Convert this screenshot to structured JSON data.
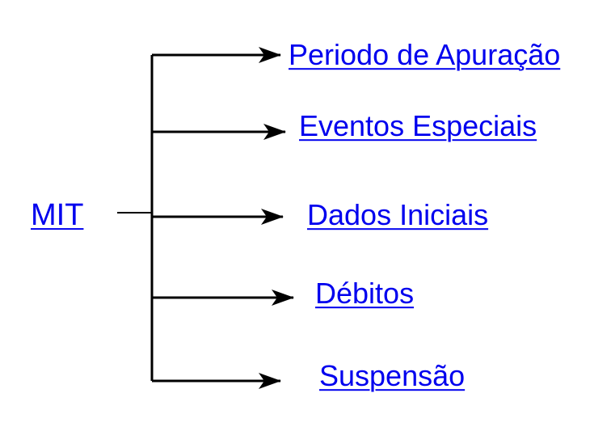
{
  "diagram": {
    "root": {
      "label": "MIT"
    },
    "children": [
      {
        "label": "Periodo de Apuração"
      },
      {
        "label": "Eventos Especiais"
      },
      {
        "label": "Dados Iniciais"
      },
      {
        "label": "Débitos"
      },
      {
        "label": "Suspensão"
      }
    ],
    "colors": {
      "link": "#0000EE",
      "line": "#000000",
      "background": "#FFFFFF"
    }
  }
}
